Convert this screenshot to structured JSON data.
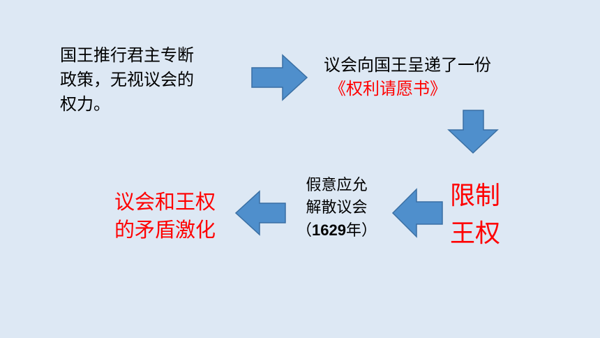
{
  "nodes": {
    "start": [
      "国王推行君主专断",
      "政策，无视议会的",
      "权力。"
    ],
    "petition": {
      "line1": "议会向国王呈递了一份",
      "line2": "《权利请愿书》"
    },
    "limit": [
      "限制",
      "王权"
    ],
    "dissolve": {
      "line1": "假意应允",
      "line2": "解散议会",
      "open": "（",
      "year": "1629",
      "year_suffix": "年）"
    },
    "conflict": [
      "议会和王权",
      "的矛盾激化"
    ]
  },
  "colors": {
    "background": "#dde8f4",
    "arrow_fill": "#4f8fcc",
    "arrow_stroke": "#3a6fa3",
    "highlight": "#ff0000"
  }
}
